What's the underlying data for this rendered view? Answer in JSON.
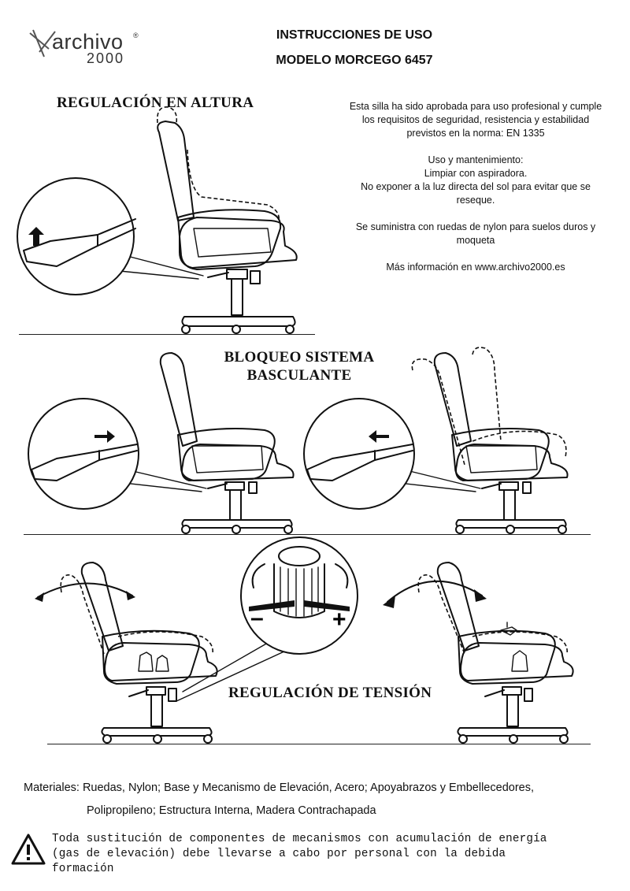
{
  "brand": {
    "name": "archivo",
    "number": "2000",
    "reg": "®"
  },
  "header": {
    "line1": "INSTRUCCIONES DE USO",
    "line2": "MODELO MORCEGO 6457"
  },
  "sections": {
    "height": "REGULACIÓN EN ALTURA",
    "tilt_lock_1": "BLOQUEO SISTEMA",
    "tilt_lock_2": "BASCULANTE",
    "tension": "REGULACIÓN DE TENSIÓN"
  },
  "info": {
    "approval": "Esta silla ha sido aprobada para uso profesional y cumple los requisitos de seguridad, resistencia y estabilidad previstos en la norma: EN 1335",
    "care_title": "Uso y mantenimiento:",
    "care_1": "Limpiar con aspiradora.",
    "care_2": "No exponer a la luz directa del sol para evitar que se reseque.",
    "wheels": "Se suministra con ruedas de nylon para suelos duros y moqueta",
    "more": "Más información en www.archivo2000.es"
  },
  "tension_symbols": {
    "minus": "–",
    "plus": "+"
  },
  "materials": {
    "line1": "Materiales: Ruedas, Nylon; Base y Mecanismo de Elevación, Acero; Apoyabrazos y Embellecedores,",
    "line2": "Polipropileno; Estructura Interna, Madera Contrachapada"
  },
  "warning": {
    "icon": "warning-triangle-icon",
    "line1": "Toda sustitución de componentes de mecanismos con acumulación de energía",
    "line2": "(gas de elevación) debe llevarse a cabo por personal con la debida",
    "line3": "formación"
  }
}
